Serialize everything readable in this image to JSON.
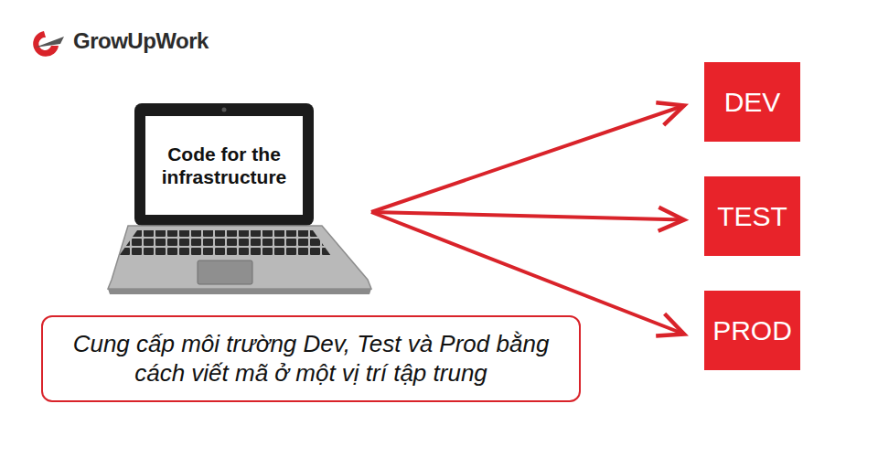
{
  "diagram": {
    "nodes": [
      {
        "text": [
          "Code for the infrastructure"
        ]
      },
      {
        "text": [
          "DEV"
        ]
      },
      {
        "text": [
          "TEST"
        ]
      },
      {
        "text": [
          "PROD"
        ]
      },
      {
        "text": [
          "Cung cấp môi trường Dev, Test và Prod bằng cách viết mã ở một vị trí tập trung"
        ]
      }
    ],
    "edges": [
      {
        "from": 0,
        "to": 1,
        "arrow": "to"
      },
      {
        "from": 0,
        "to": 2,
        "arrow": "to"
      },
      {
        "from": 0,
        "to": 3,
        "arrow": "to"
      }
    ],
    "labels": [
      "GrowUpWork"
    ]
  }
}
